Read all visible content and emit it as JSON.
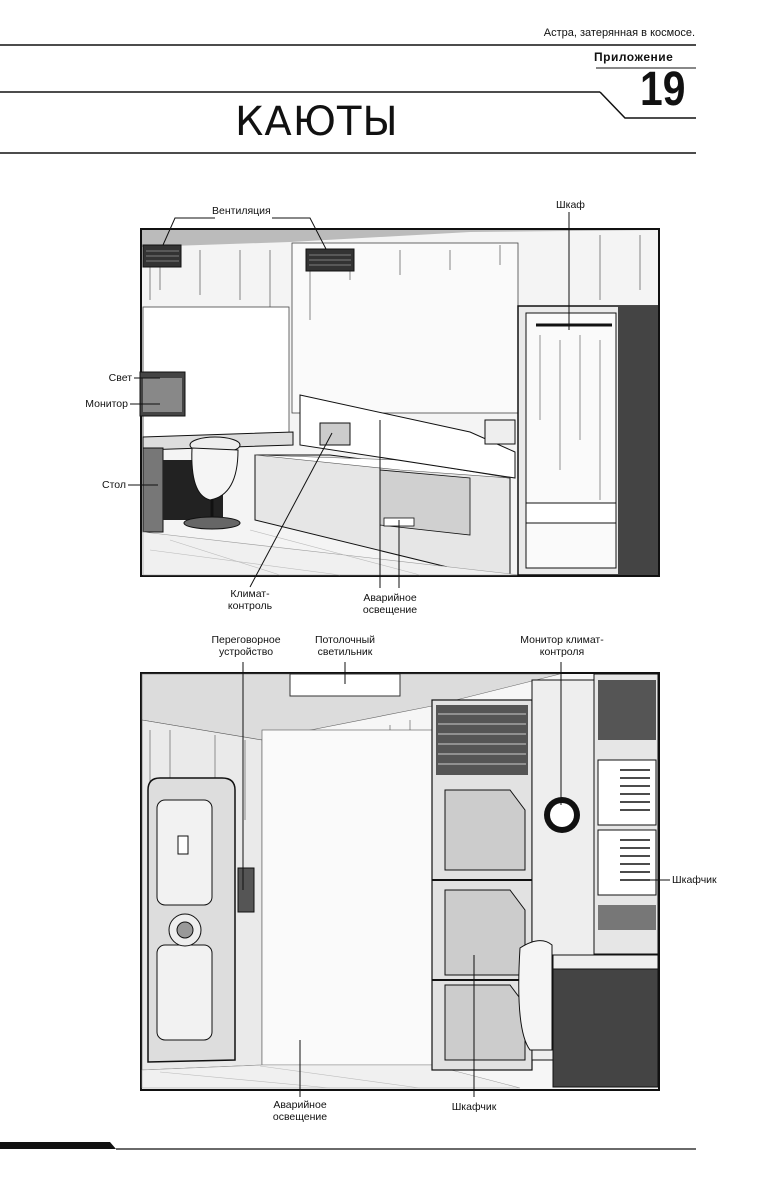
{
  "header": {
    "series_title": "Астра, затерянная в космосе.",
    "appendix_label": "Приложение",
    "appendix_number": "19",
    "page_title": "КАЮТЫ"
  },
  "panel_top": {
    "labels": {
      "ventilation": "Вентиляция",
      "wardrobe": "Шкаф",
      "light": "Свет",
      "monitor": "Монитор",
      "desk": "Стол",
      "climate_control_1": "Климат-",
      "climate_control_2": "контроль",
      "emergency_light_1": "Аварийное",
      "emergency_light_2": "освещение"
    }
  },
  "panel_bottom": {
    "labels": {
      "intercom_1": "Переговорное",
      "intercom_2": "устройство",
      "ceiling_light_1": "Потолочный",
      "ceiling_light_2": "светильник",
      "climate_monitor_1": "Монитор климат-",
      "climate_monitor_2": "контроля",
      "locker_right": "Шкафчик",
      "emergency_light_1": "Аварийное",
      "emergency_light_2": "освещение",
      "locker_bottom": "Шкафчик"
    }
  }
}
